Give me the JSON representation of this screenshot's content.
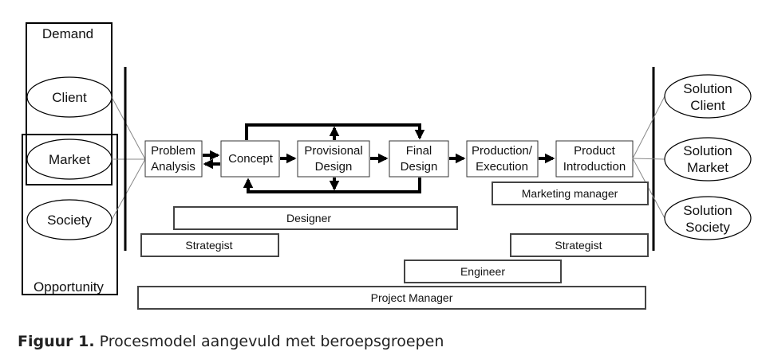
{
  "diagram": {
    "demand_label": "Demand",
    "opportunity_label": "Opportunity",
    "inputs": [
      "Client",
      "Market",
      "Society"
    ],
    "steps": [
      [
        "Problem",
        "Analysis"
      ],
      [
        "Concept"
      ],
      [
        "Provisional",
        "Design"
      ],
      [
        "Final",
        "Design"
      ],
      [
        "Production/",
        "Execution"
      ],
      [
        "Product",
        "Introduction"
      ]
    ],
    "outputs": [
      [
        "Solution",
        "Client"
      ],
      [
        "Solution",
        "Market"
      ],
      [
        "Solution",
        "Society"
      ]
    ],
    "roles": {
      "marketing_manager": "Marketing manager",
      "designer": "Designer",
      "strategist_left": "Strategist",
      "strategist_right": "Strategist",
      "engineer": "Engineer",
      "project_manager": "Project Manager"
    }
  },
  "caption": {
    "label": "Figuur 1.",
    "text": " Procesmodel aangevuld met beroepsgroepen"
  }
}
